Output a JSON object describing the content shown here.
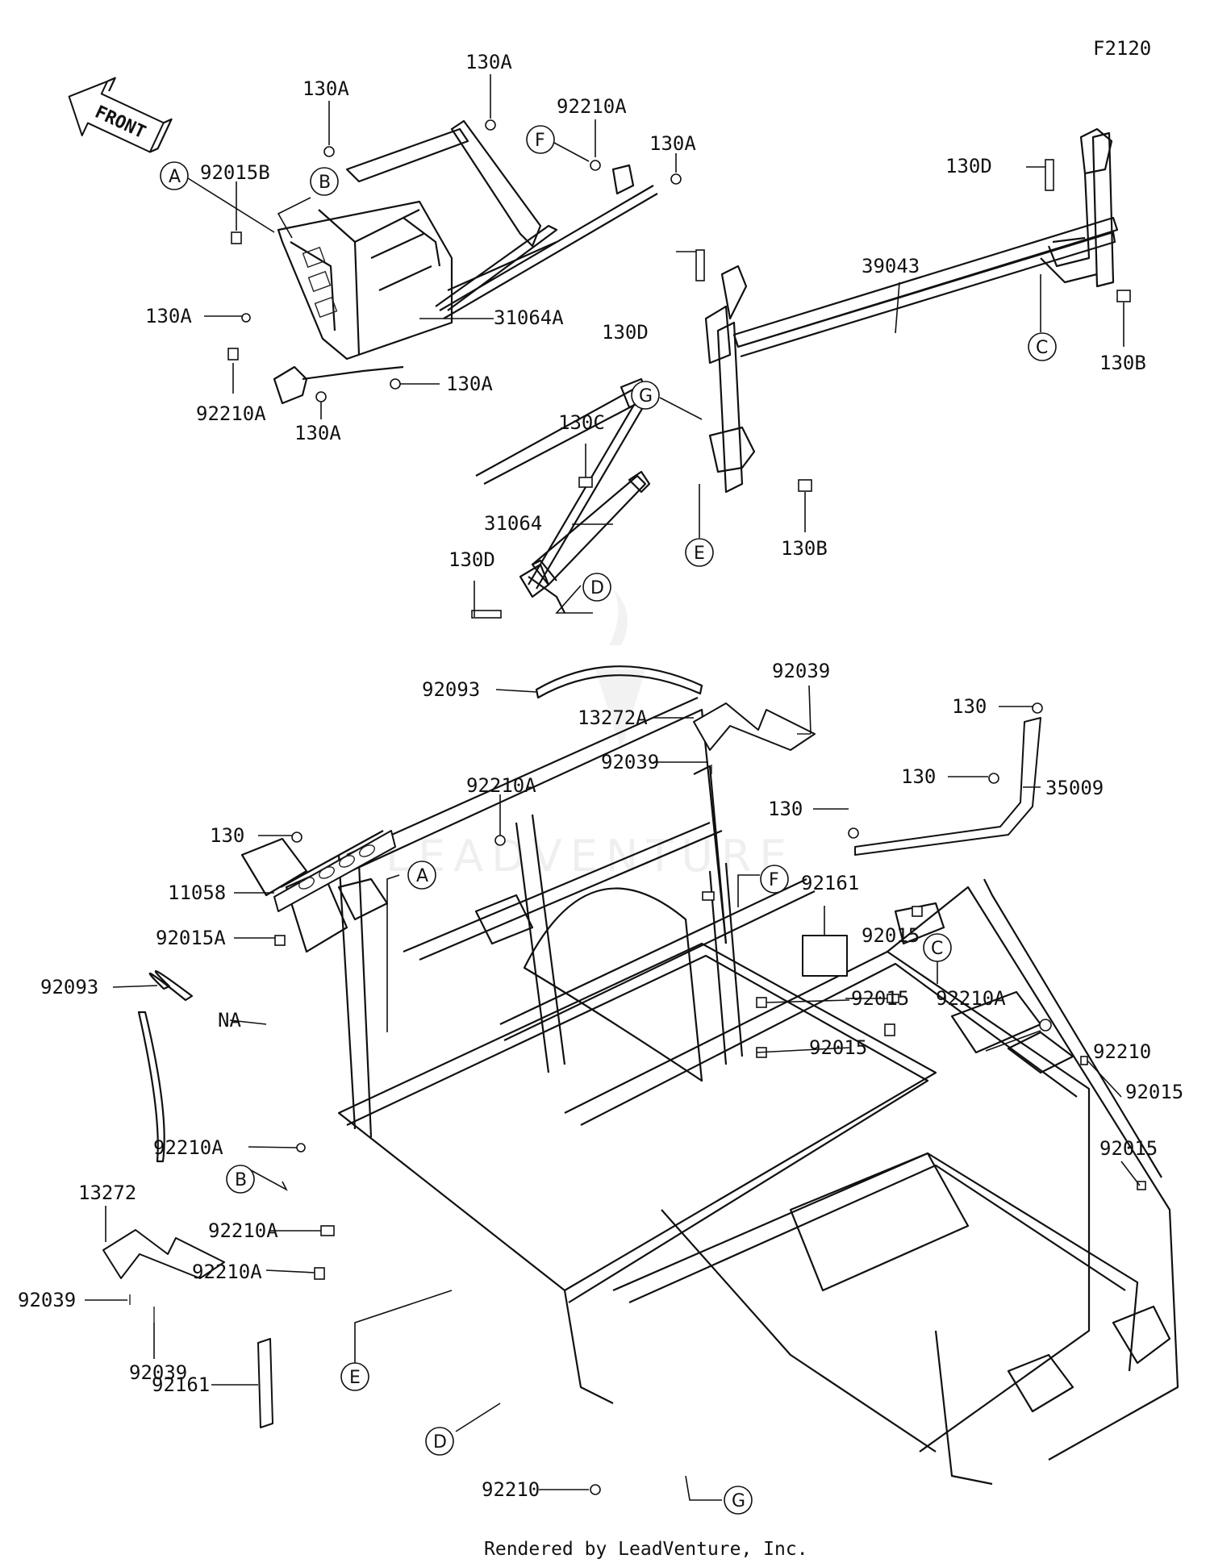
{
  "diagram": {
    "code": "F2120",
    "front_arrow_text": "FRONT",
    "footer": "Rendered by LeadVenture, Inc.",
    "watermark": "LEADVENTURE",
    "labels": [
      {
        "id": "l1",
        "text": "130A"
      },
      {
        "id": "l2",
        "text": "130A"
      },
      {
        "id": "l3",
        "text": "92210A"
      },
      {
        "id": "l4",
        "text": "130A"
      },
      {
        "id": "l5",
        "text": "92015B"
      },
      {
        "id": "l6",
        "text": "130A"
      },
      {
        "id": "l7",
        "text": "31064A"
      },
      {
        "id": "l8",
        "text": "92210A"
      },
      {
        "id": "l9",
        "text": "130A"
      },
      {
        "id": "l10",
        "text": "130A"
      },
      {
        "id": "l11",
        "text": "130D"
      },
      {
        "id": "l12",
        "text": "39043"
      },
      {
        "id": "l13",
        "text": "130B"
      },
      {
        "id": "l14",
        "text": "130D"
      },
      {
        "id": "l15",
        "text": "130C"
      },
      {
        "id": "l16",
        "text": "31064"
      },
      {
        "id": "l17",
        "text": "130B"
      },
      {
        "id": "l18",
        "text": "130D"
      },
      {
        "id": "l19",
        "text": "92093"
      },
      {
        "id": "l20",
        "text": "92039"
      },
      {
        "id": "l21",
        "text": "13272A"
      },
      {
        "id": "l22",
        "text": "92039"
      },
      {
        "id": "l23",
        "text": "130"
      },
      {
        "id": "l24",
        "text": "130"
      },
      {
        "id": "l25",
        "text": "35009"
      },
      {
        "id": "l26",
        "text": "130"
      },
      {
        "id": "l27",
        "text": "92210A"
      },
      {
        "id": "l28",
        "text": "130"
      },
      {
        "id": "l29",
        "text": "11058"
      },
      {
        "id": "l30",
        "text": "92015A"
      },
      {
        "id": "l31",
        "text": "92161"
      },
      {
        "id": "l32",
        "text": "92015"
      },
      {
        "id": "l33",
        "text": "92015"
      },
      {
        "id": "l34",
        "text": "92093"
      },
      {
        "id": "l35",
        "text": "NA"
      },
      {
        "id": "l36",
        "text": "92210A"
      },
      {
        "id": "l37",
        "text": "92015"
      },
      {
        "id": "l38",
        "text": "92210A"
      },
      {
        "id": "l39",
        "text": "92210"
      },
      {
        "id": "l40",
        "text": "92015"
      },
      {
        "id": "l41",
        "text": "13272"
      },
      {
        "id": "l42",
        "text": "92015"
      },
      {
        "id": "l43",
        "text": "92210A"
      },
      {
        "id": "l44",
        "text": "92210A"
      },
      {
        "id": "l45",
        "text": "92039"
      },
      {
        "id": "l46",
        "text": "92039"
      },
      {
        "id": "l47",
        "text": "92161"
      },
      {
        "id": "l48",
        "text": "92210"
      }
    ],
    "callouts": [
      {
        "id": "c1",
        "letter": "A"
      },
      {
        "id": "c2",
        "letter": "B"
      },
      {
        "id": "c3",
        "letter": "F"
      },
      {
        "id": "c4",
        "letter": "C"
      },
      {
        "id": "c5",
        "letter": "G"
      },
      {
        "id": "c6",
        "letter": "E"
      },
      {
        "id": "c7",
        "letter": "D"
      },
      {
        "id": "c8",
        "letter": "A"
      },
      {
        "id": "c9",
        "letter": "F"
      },
      {
        "id": "c10",
        "letter": "C"
      },
      {
        "id": "c11",
        "letter": "B"
      },
      {
        "id": "c12",
        "letter": "E"
      },
      {
        "id": "c13",
        "letter": "D"
      },
      {
        "id": "c14",
        "letter": "G"
      }
    ]
  }
}
